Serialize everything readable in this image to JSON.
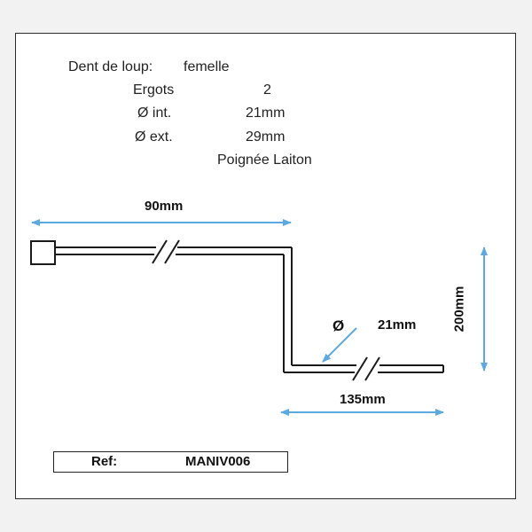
{
  "specs": {
    "dent_label": "Dent de loup:",
    "dent_value": "femelle",
    "ergots_label": "Ergots",
    "ergots_value": "2",
    "int_label": "Ø int.",
    "int_value": "21mm",
    "ext_label": "Ø ext.",
    "ext_value": "29mm",
    "handle": "Poignée Laiton"
  },
  "dimensions": {
    "top_length": "90mm",
    "bottom_length": "135mm",
    "height": "200mm",
    "diameter_symbol": "Ø",
    "diameter_value": "21mm"
  },
  "reference": {
    "label": "Ref:",
    "value": "MANIV006"
  },
  "colors": {
    "arrow": "#5aa9e0",
    "line": "#1a1a1a"
  }
}
